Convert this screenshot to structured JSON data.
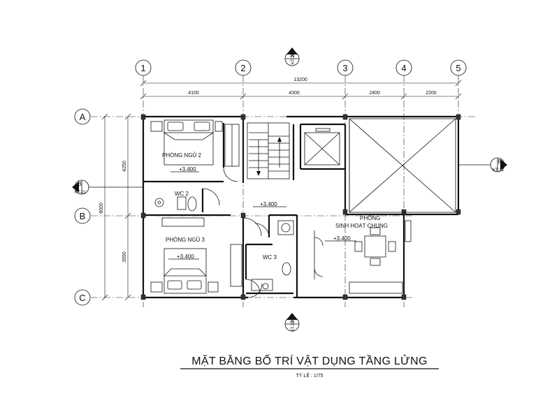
{
  "title": "MẶT BẰNG BỐ TRÍ VẬT DỤNG TẦNG LỬNG",
  "scale": "TỶ LỆ : 1/75",
  "grid_columns": [
    "1",
    "2",
    "3",
    "4",
    "5"
  ],
  "grid_rows": [
    "A",
    "B",
    "C"
  ],
  "dimensions": {
    "overall": "13200",
    "spans": [
      "4100",
      "4300",
      "2400",
      "2200"
    ],
    "left_overall": "8000",
    "left_spans": [
      "4250",
      "3550"
    ]
  },
  "rooms": {
    "phong_ngu_2": "PHÒNG NGỦ 2",
    "phong_ngu_3": "PHÒNG NGỦ 3",
    "wc2": "WC 2",
    "wc3": "WC 3",
    "phong": "PHÒNG",
    "sinh_hoat_chung": "SINH HOẠT CHUNG"
  },
  "levels": {
    "ngu2": "+3.400",
    "ngu3": "+3.400",
    "hall": "+3.400",
    "sinh_hoat": "+3.400"
  },
  "section_marks": {
    "top_letter": "A",
    "top_ref": "KT-20",
    "bottom_letter": "A",
    "bottom_ref": "KT-20",
    "left_letter": "B",
    "left_ref": "KT-21",
    "right_letter": "B",
    "right_ref": "KT-21"
  }
}
